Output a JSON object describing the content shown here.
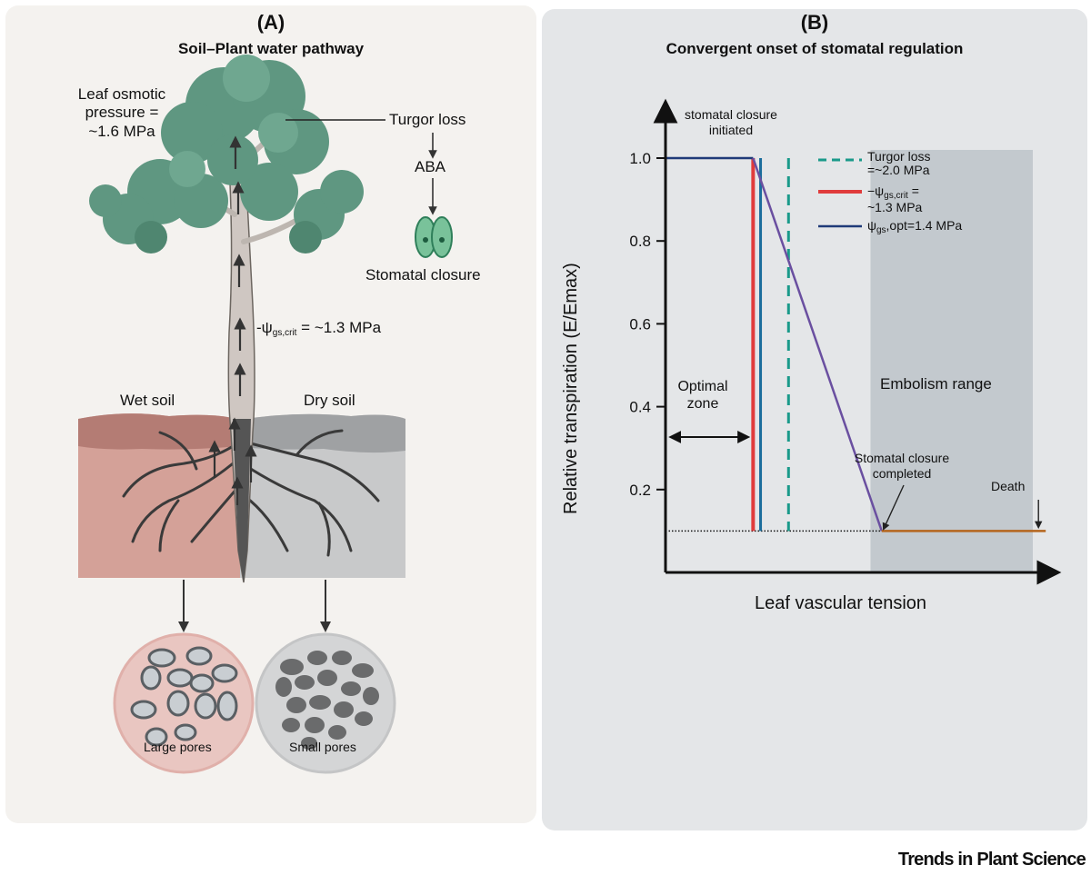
{
  "panel_a": {
    "letter": "(A)",
    "title": "Soil–Plant water pathway",
    "leaf_osmotic_line1": "Leaf osmotic",
    "leaf_osmotic_line2": "pressure =",
    "leaf_osmotic_line3": "~1.6 MPa",
    "turgor_loss": "Turgor loss",
    "aba": "ABA",
    "stomatal_closure": "Stomatal closure",
    "psi_prefix": "-ψ",
    "psi_sub": "gs,crit",
    "psi_value": " = ~1.3 MPa",
    "wet_soil": "Wet soil",
    "dry_soil": "Dry soil",
    "large_pores": "Large pores",
    "small_pores": "Small pores"
  },
  "panel_b": {
    "letter": "(B)",
    "title": "Convergent onset of stomatal regulation",
    "ylabel": "Relative transpiration (E/Emax)",
    "xlabel": "Leaf vascular tension",
    "annotations": {
      "closure_initiated_line1": "stomatal closure",
      "closure_initiated_line2": "initiated",
      "optimal_line1": "Optimal",
      "optimal_line2": "zone",
      "embolism": "Embolism range",
      "closure_completed_line1": "Stomatal closure",
      "closure_completed_line2": "completed",
      "death": "Death"
    },
    "legend": {
      "turgor_line1": "Turgor loss",
      "turgor_line2": "=~2.0 MPa",
      "crit_prefix": "−ψ",
      "crit_sub": "gs,crit",
      "crit_suffix": " =",
      "crit_line2": "~1.3 MPa",
      "opt_prefix": "ψ",
      "opt_sub": "gs",
      "opt_suffix": ",opt=1.4 MPa"
    }
  },
  "chart_data": {
    "type": "line",
    "title": "Convergent onset of stomatal regulation",
    "xlabel": "Leaf vascular tension",
    "ylabel": "Relative transpiration (E/Emax)",
    "yticks": [
      "1.0",
      "0.8",
      "0.6",
      "0.4",
      "0.2"
    ],
    "ytick_values": [
      1.0,
      0.8,
      0.6,
      0.4,
      0.2
    ],
    "ylim": [
      0.0,
      1.1
    ],
    "xlim": [
      0,
      10
    ],
    "series": [
      {
        "color": "#1f3a78",
        "x": [
          0,
          2.35
        ],
        "y": [
          1.0,
          1.0
        ]
      },
      {
        "color": "#6a4fa0",
        "x": [
          2.35,
          5.8
        ],
        "y": [
          1.0,
          0.1
        ]
      },
      {
        "color": "#b5651d",
        "x": [
          5.8,
          10.2
        ],
        "y": [
          0.1,
          0.1
        ]
      }
    ],
    "reference_lines": {
      "crit_x": 2.35,
      "opt_x": 2.55,
      "turgor_x": 3.3,
      "embolism_start_x": 5.5,
      "baseline_y": 0.1
    },
    "colors": {
      "crit": "#e03c3c",
      "opt": "#1b6d9c",
      "turgor": "#1a9a8a",
      "embolism": "#c3c9ce"
    }
  },
  "footer": "Trends in Plant Science"
}
